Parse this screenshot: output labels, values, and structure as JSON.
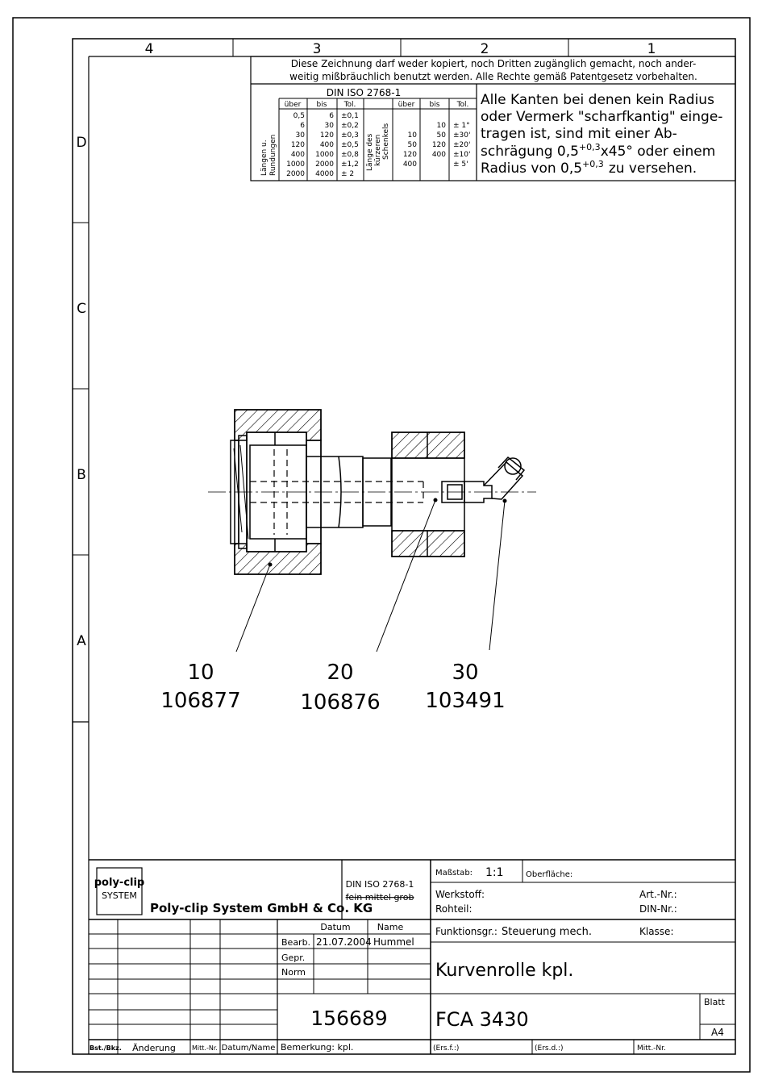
{
  "zones": {
    "cols": [
      "4",
      "3",
      "2",
      "1"
    ],
    "rows": [
      "D",
      "C",
      "B",
      "A"
    ]
  },
  "notice": {
    "line1": "Diese Zeichnung darf weder kopiert, noch Dritten zugänglich gemacht, noch ander-",
    "line2": "weitig mißbräuchlich benutzt werden. Alle Rechte gemäß Patentgesetz vorbehalten."
  },
  "tolerance": {
    "title": "DIN ISO 2768-1",
    "left_label_1": "Längen u.",
    "left_label_2": "Rundungen",
    "mid_label_1": "Länge des",
    "mid_label_2": "kürzeren",
    "mid_label_3": "Schenkels",
    "headers": [
      "über",
      "bis",
      "Tol.",
      "über",
      "bis",
      "Tol."
    ],
    "lengths": {
      "ueber": [
        "0,5",
        "6",
        "30",
        "120",
        "400",
        "1000",
        "2000"
      ],
      "bis": [
        "6",
        "30",
        "120",
        "400",
        "1000",
        "2000",
        "4000"
      ],
      "tol": [
        "±0,1",
        "±0,2",
        "±0,3",
        "±0,5",
        "±0,8",
        "±1,2",
        "± 2"
      ]
    },
    "angles": {
      "ueber": [
        "10",
        "50",
        "120",
        "400"
      ],
      "bis": [
        "10",
        "50",
        "120",
        "400"
      ],
      "tol": [
        "± 1°",
        "±30'",
        "±20'",
        "±10'",
        "± 5'"
      ]
    }
  },
  "edge_note": {
    "line1": "Alle Kanten bei denen kein Radius",
    "line2": "oder Vermerk \"scharfkantig\" einge-",
    "line3": "tragen ist, sind mit einer Ab-",
    "line4a": "schrägung 0,5",
    "line4b": "+0,3",
    "line4c": "x45° oder einem",
    "line5a": "Radius von 0,5",
    "line5b": "+0,3",
    "line5c": "zu versehen."
  },
  "parts": [
    {
      "pos": "10",
      "number": "106877"
    },
    {
      "pos": "20",
      "number": "106876"
    },
    {
      "pos": "30",
      "number": "103491"
    }
  ],
  "title_block": {
    "logo_top": "poly-clip",
    "logo_bottom": "SYSTEM",
    "company": "Poly-clip System GmbH & Co. KG",
    "norm_title": "DIN ISO 2768-1",
    "norm_classes": "fein mittel grob",
    "massstab_label": "Maßstab:",
    "massstab_value": "1:1",
    "oberflaeche_label": "Oberfläche:",
    "werkstoff_label": "Werkstoff:",
    "rohteil_label": "Rohteil:",
    "artnr_label": "Art.-Nr.:",
    "dinnr_label": "DIN-Nr.:",
    "datum_label": "Datum",
    "name_label": "Name",
    "bearb_label": "Bearb.",
    "bearb_date": "21.07.2004",
    "bearb_name": "Hummel",
    "gepr_label": "Gepr.",
    "norm_label": "Norm",
    "funktion_label": "Funktionsgr.:",
    "funktion_value": "Steuerung mech.",
    "klasse_label": "Klasse:",
    "part_name": "Kurvenrolle kpl.",
    "drawing_number": "156689",
    "fca": "FCA 3430",
    "blatt_label": "Blatt",
    "format": "A4",
    "bottom_row": [
      "Bst./Bkz.",
      "Änderung",
      "Mitt.-Nr.",
      "Datum/Name"
    ],
    "bemerkung": "Bemerkung: kpl.",
    "ersf": "(Ers.f.:)",
    "ersd": "(Ers.d.:)",
    "mittnr": "Mitt.-Nr."
  }
}
